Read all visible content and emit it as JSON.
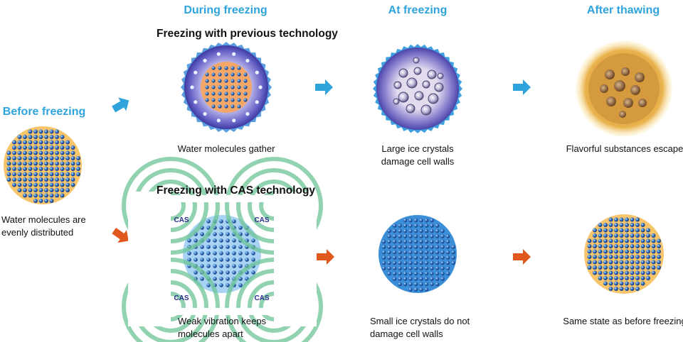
{
  "headers": {
    "during": "During freezing",
    "at": "At freezing",
    "after": "After thawing",
    "before": "Before freezing"
  },
  "rows": {
    "previous": "Freezing with previous technology",
    "cas": "Freezing with CAS technology"
  },
  "captions": {
    "before": [
      "Water molecules are",
      "evenly distributed"
    ],
    "prev_during": "Water molecules gather",
    "prev_at": [
      "Large ice crystals",
      "damage cell walls"
    ],
    "prev_after": "Flavorful substances escape",
    "cas_during": [
      "Weak vibration keeps",
      "molecules apart"
    ],
    "cas_at": [
      "Small ice crystals do not",
      "damage cell walls"
    ],
    "cas_after": "Same state as before freezing"
  },
  "cas_label": "CAS",
  "colors": {
    "blue_text": "#2ea3dc",
    "blue_arrow": "#2ea3dc",
    "orange_arrow": "#e0581c",
    "cell_orange": "#f7c56b",
    "cas_green": "#6cc497",
    "cas_text": "#2a2f8c"
  }
}
